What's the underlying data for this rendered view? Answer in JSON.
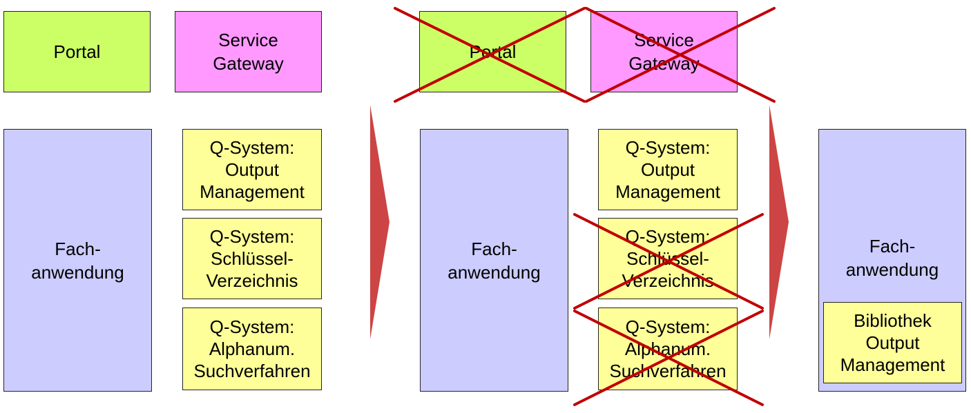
{
  "colors": {
    "portal": "#ccff66",
    "gateway": "#ff99ff",
    "application": "#ccccff",
    "qsystem": "#ffff99",
    "arrow": "#cc3333",
    "cross": "#c00000"
  },
  "stage1": {
    "portal": "Portal",
    "gateway": "Service\nGateway",
    "application": "Fach-\nanwendung",
    "q_output": "Q-System:\nOutput\nManagement",
    "q_key": "Q-System:\nSchlüssel-\nVerzeichnis",
    "q_search": "Q-System:\nAlphanum.\nSuchverfahren"
  },
  "stage2": {
    "portal": "Portal",
    "gateway": "Service\nGateway",
    "application": "Fach-\nanwendung",
    "q_output": "Q-System:\nOutput\nManagement",
    "q_key": "Q-System:\nSchlüssel-\nVerzeichnis",
    "q_search": "Q-System:\nAlphanum.\nSuchverfahren"
  },
  "stage3": {
    "application": "Fach-\nanwendung",
    "library": "Bibliothek\nOutput\nManagement"
  }
}
